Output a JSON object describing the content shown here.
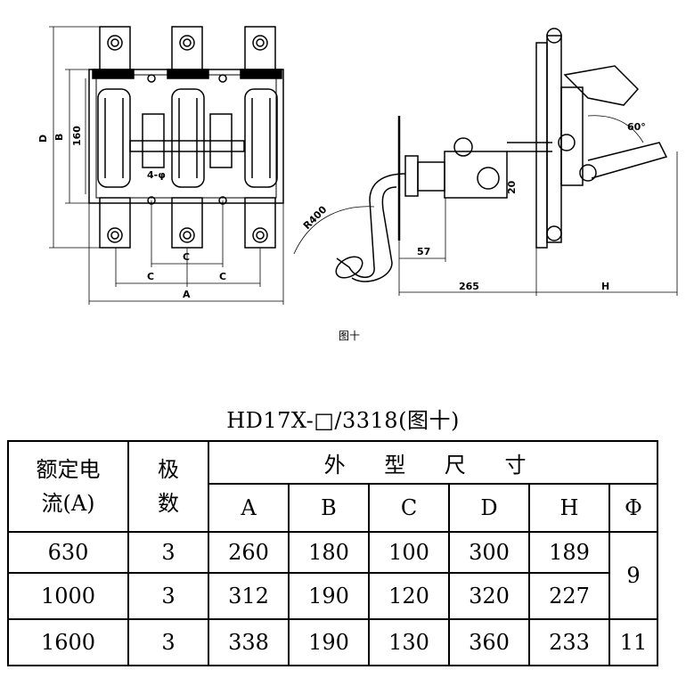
{
  "figure": {
    "caption": "图十",
    "front_view": {
      "labels": [
        "D",
        "B",
        "160",
        "C",
        "C",
        "C",
        "A",
        "4-φ"
      ]
    },
    "side_view": {
      "labels": [
        "R400",
        "57",
        "265",
        "H",
        "60°",
        "20"
      ]
    }
  },
  "table": {
    "title": "HD17X-□/3318(图十)",
    "header": {
      "rated_current": "额定电流(A)",
      "poles": "极数",
      "dimensions": "外 型 尺 寸",
      "columns": [
        "A",
        "B",
        "C",
        "D",
        "H",
        "Φ"
      ]
    },
    "rows": [
      {
        "current": "630",
        "poles": "3",
        "A": "260",
        "B": "180",
        "C": "100",
        "D": "300",
        "H": "189"
      },
      {
        "current": "1000",
        "poles": "3",
        "A": "312",
        "B": "190",
        "C": "120",
        "D": "320",
        "H": "227"
      },
      {
        "current": "1600",
        "poles": "3",
        "A": "338",
        "B": "190",
        "C": "130",
        "D": "360",
        "H": "233"
      }
    ],
    "phi_values": [
      "9",
      "11"
    ]
  }
}
